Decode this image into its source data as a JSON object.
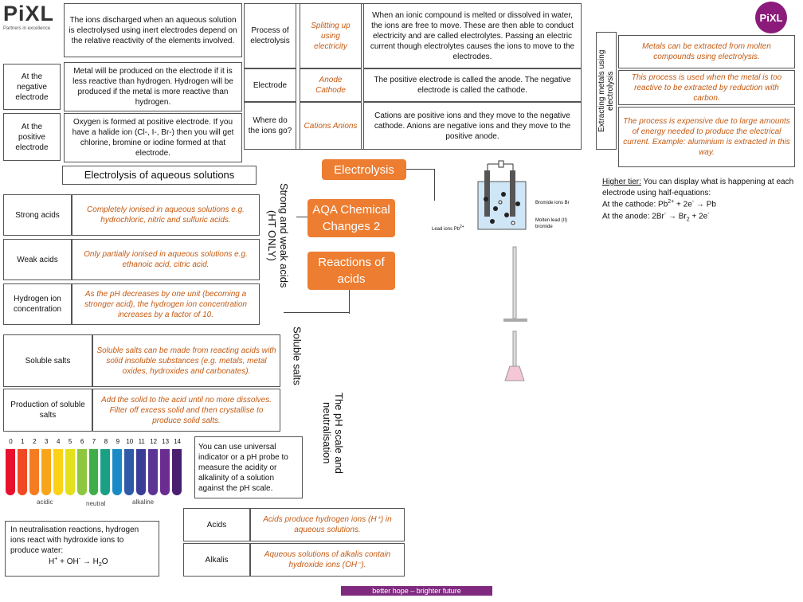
{
  "logo_left": {
    "text": "Pi",
    "text2": "XL",
    "tagline": "Partners in excellence"
  },
  "logo_right": {
    "text": "PiXL"
  },
  "electrolysis": {
    "intro": "The ions discharged when an aqueous solution is electrolysed using inert electrodes depend on the relative reactivity of the elements involved.",
    "negative_label": "At the negative electrode",
    "negative_text": "Metal will be produced on the electrode if it is less reactive than hydrogen. Hydrogen will be produced if the metal is more reactive than hydrogen.",
    "positive_label": "At the positive electrode",
    "positive_text": "Oxygen is formed at positive electrode. If you have a halide ion (Cl-, I-, Br-) then you will get chlorine, bromine or iodine formed at that electrode.",
    "aqueous_heading": "Electrolysis of aqueous solutions",
    "process_label": "Process of electrolysis",
    "process_key": "Splitting up using electricity",
    "process_text": "When an ionic compound is melted or dissolved in water, the ions are free to move. These are then able to conduct electricity and are called electrolytes. Passing an electric current though electrolytes causes the ions to move to the electrodes.",
    "electrode_label": "Electrode",
    "electrode_key": "Anode Cathode",
    "electrode_text": "The positive electrode is called the anode. The negative electrode is called the cathode.",
    "ions_label": "Where do the ions go?",
    "ions_key": "Cations Anions",
    "ions_text": "Cations are positive ions and they move to the negative cathode. Anions are negative ions and they move to the positive anode.",
    "pill": "Electrolysis"
  },
  "metals": {
    "side_label": "Extracting metals using electrolysis",
    "row1": "Metals can be extracted from molten compounds using electrolysis.",
    "row2": "This process is used when the metal is too reactive to be extracted by reduction with carbon.",
    "row3": "The process is expensive due to large amounts of energy needed to produce the electrical current. Example: aluminium is extracted in this way."
  },
  "higher_tier": {
    "title": "Higher tier:",
    "intro": " You can display what is happening at each electrode using half-equations:",
    "cathode_prefix": "At the cathode:  Pb",
    "cathode_sup": "2+",
    "cathode_mid": " + 2e",
    "cathode_sup2": "-",
    "cathode_end": " → Pb",
    "anode_prefix": "At the anode:  2Br",
    "anode_sup": "-",
    "anode_mid": " → Br",
    "anode_sub": "2",
    "anode_end": " + 2e",
    "anode_sup2": "-"
  },
  "diagram": {
    "lead_ions": "Lead ions Pb",
    "lead_sup": "2+",
    "bromide_ions": "Bromide ions Br",
    "molten": "Molten lead (II) bromide"
  },
  "center": {
    "title_pill": "AQA Chemical Changes 2",
    "reactions_pill": "Reactions of acids"
  },
  "acids": {
    "side_label": "Strong and weak acids (HT ONLY)",
    "strong_label": "Strong acids",
    "strong_text": "Completely ionised in aqueous solutions e.g. hydrochloric, nitric and sulfuric acids.",
    "weak_label": "Weak acids",
    "weak_text": "Only partially ionised in aqueous solutions e.g. ethanoic acid, citric acid.",
    "hydrogen_label": "Hydrogen ion concentration",
    "hydrogen_text": "As the pH decreases by one unit (becoming a stronger acid), the hydrogen ion concentration increases by a factor of 10."
  },
  "salts": {
    "side_label": "Soluble salts",
    "soluble_label": "Soluble salts",
    "soluble_text": "Soluble salts can be made from reacting acids with solid insoluble substances (e.g. metals, metal oxides, hydroxides and carbonates).",
    "production_label": "Production of soluble salts",
    "production_text": "Add the solid to the acid until no more dissolves. Filter off excess solid and then crystallise to produce solid salts."
  },
  "ph": {
    "side_label": "The pH scale and neutralisation",
    "numbers": [
      "0",
      "1",
      "2",
      "3",
      "4",
      "5",
      "6",
      "7",
      "8",
      "9",
      "10",
      "11",
      "12",
      "13",
      "14"
    ],
    "colors": [
      "#e8112d",
      "#f04a24",
      "#f57c20",
      "#f9a51a",
      "#fcd116",
      "#e4e01b",
      "#8ec63f",
      "#3fae49",
      "#1aa085",
      "#1a8ac7",
      "#2e5aa8",
      "#3a3d98",
      "#5b3495",
      "#6a2c91",
      "#4a1f6f"
    ],
    "acidic": "acidic",
    "neutral": "neutral",
    "alkaline": "alkaline",
    "indicator_text": "You can use universal indicator or a pH probe to measure the acidity or alkalinity of a solution against the pH scale.",
    "neutral_text": "In neutralisation reactions, hydrogen ions react with hydroxide ions to produce water:",
    "equation_a": "H",
    "equation_sup1": "+",
    "equation_b": " + OH",
    "equation_sup2": "-",
    "equation_c": " → H",
    "equation_sub": "2",
    "equation_d": "O",
    "acids_label": "Acids",
    "acids_text": "Acids produce hydrogen ions (H⁺) in aqueous solutions.",
    "alkalis_label": "Alkalis",
    "alkalis_text": "Aqueous solutions of alkalis contain hydroxide ions (OH⁻)."
  },
  "footer": "better hope – brighter future"
}
